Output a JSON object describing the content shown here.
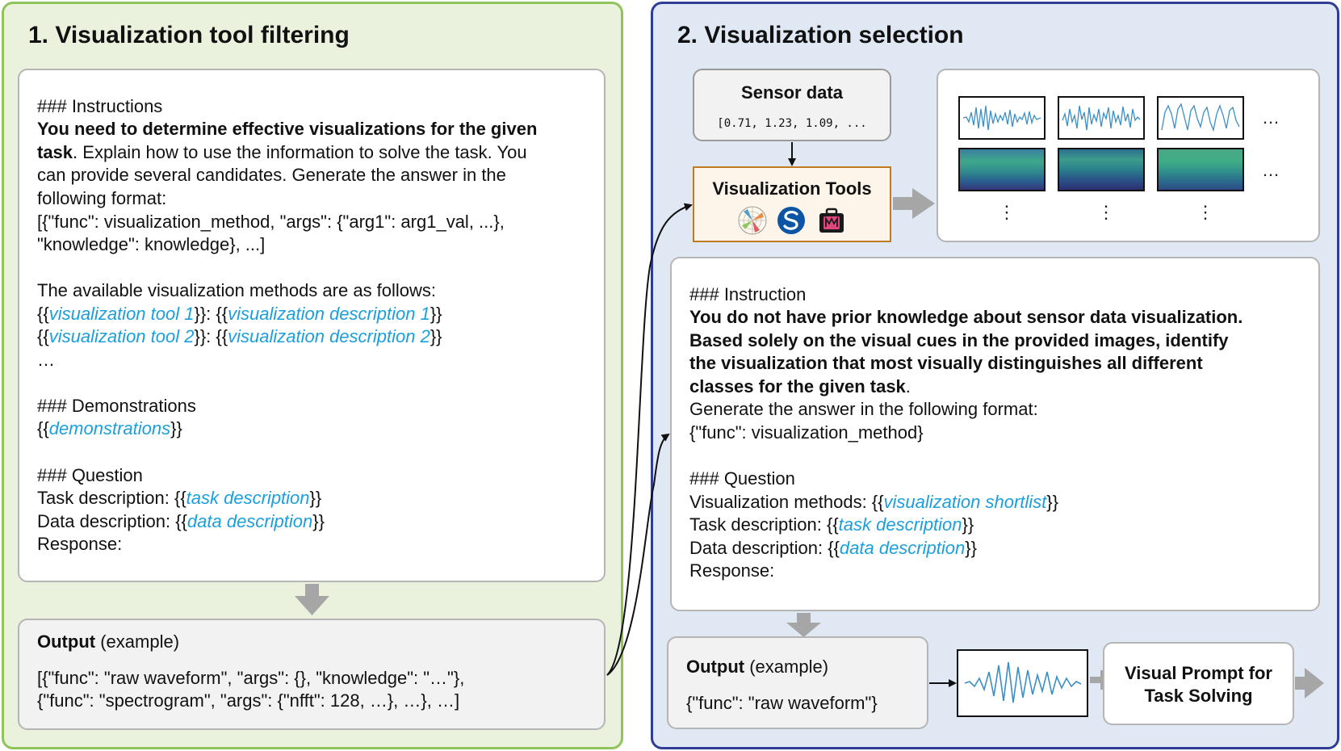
{
  "panel1": {
    "title": "1. Visualization tool filtering",
    "prompt": {
      "instructions_header": "### Instructions",
      "line1_bold": "You need to determine effective visualizations for the given",
      "line2_bold": "task",
      "line2_rest": ". Explain how to use the information to solve the task. You",
      "line3": "can provide several candidates. Generate the answer in the",
      "line4": "following format:",
      "line5": "[{\"func\": visualization_method, \"args\": {\"arg1\": arg1_val, ...},",
      "line6": "\"knowledge\": knowledge}, ...]",
      "methods_intro": "The available visualization methods are as follows:",
      "tool1": "visualization tool 1",
      "desc1": "visualization description 1",
      "tool2": "visualization tool 2",
      "desc2": "visualization description 2",
      "ellipsis": "…",
      "demos_header": "### Demonstrations",
      "demos": "demonstrations",
      "question_header": "### Question",
      "task_label": "Task description: ",
      "task_var": "task description",
      "data_label": "Data description: ",
      "data_var": "data description",
      "response": "Response:"
    },
    "output": {
      "label": "Output",
      "example": " (example)",
      "line1": "[{\"func\": \"raw waveform\", \"args\": {}, \"knowledge\": \"…\"},",
      "line2": "{\"func\": \"spectrogram\", \"args\": {\"nfft\": 128, …}, …}, …]"
    }
  },
  "panel2": {
    "title": "2. Visualization selection",
    "sensor": {
      "title": "Sensor data",
      "values": "[0.71, 1.23, 1.09, ..."
    },
    "tools": {
      "title": "Visualization Tools",
      "icons": [
        "polar-plot-icon",
        "scipy-icon",
        "toolkit-icon"
      ]
    },
    "gallery": {
      "hdots": "…",
      "vdots": "⋮"
    },
    "prompt": {
      "instruction_header": "### Instruction",
      "bold1": "You do not have prior knowledge about sensor data visualization.",
      "bold2": "Based solely on the visual cues in the provided images, identify",
      "bold3": "the visualization that most visually distinguishes all different",
      "bold4": "classes for the given task",
      "bold4_end": ".",
      "line5": "Generate the answer in the following format:",
      "line6": "{\"func\": visualization_method}",
      "question_header": "### Question",
      "methods_label": "Visualization methods: ",
      "methods_var": "visualization shortlist",
      "task_label": "Task description: ",
      "task_var": "task description",
      "data_label": "Data description: ",
      "data_var": "data description",
      "response": "Response:"
    },
    "output": {
      "label": "Output",
      "example": " (example)",
      "value": "{\"func\": \"raw waveform\"}"
    },
    "final": {
      "line1": "Visual Prompt for",
      "line2": "Task Solving"
    }
  },
  "colors": {
    "panel1_bg": "#eaf1dc",
    "panel1_border": "#8fc45a",
    "panel2_bg": "#dfe8f3",
    "panel2_border": "#2f3e94",
    "variable_text": "#1a9fdc",
    "tools_border": "#c07a22",
    "tools_bg": "#fdf5ea",
    "waveform": "#3a8fc6"
  }
}
